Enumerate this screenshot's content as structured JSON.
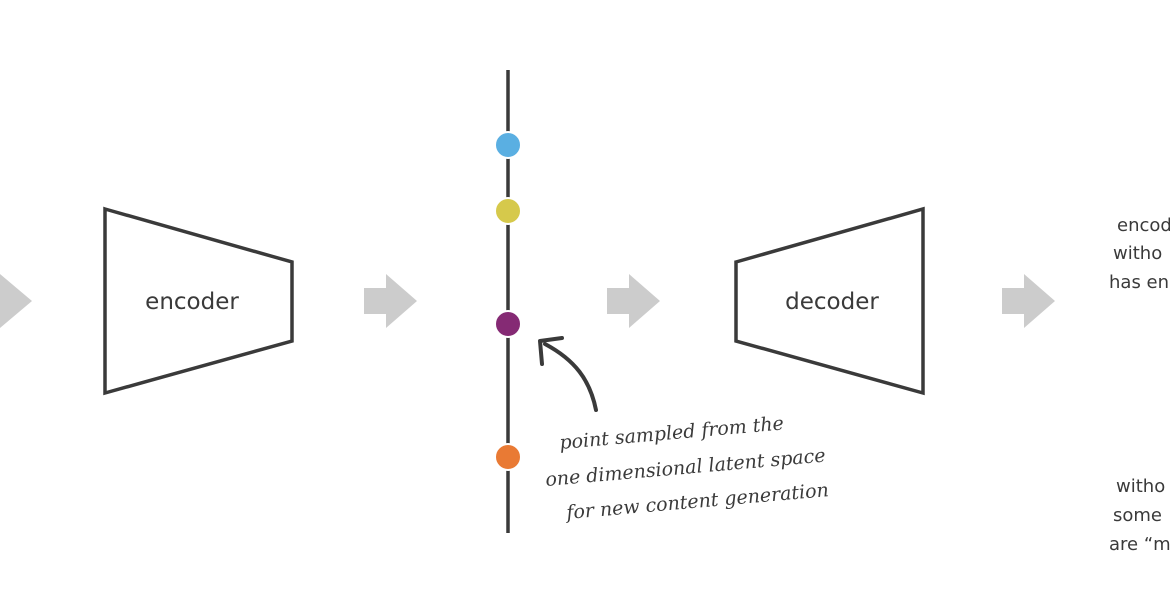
{
  "encoder": {
    "label": "encoder"
  },
  "decoder": {
    "label": "decoder"
  },
  "annotation": {
    "line1": "point sampled from the",
    "line2": "one dimensional latent space",
    "line3": "for new content generation"
  },
  "right_text_top": [
    "encod",
    "witho",
    "has en"
  ],
  "right_text_bottom": [
    "witho",
    "some",
    "are “m"
  ],
  "colors": {
    "stroke": "#3a3a3a",
    "arrow": "#cccccc",
    "point_blue": "#5aafe2",
    "point_yellow": "#d6c94b",
    "point_purple": "#852a74",
    "point_orange": "#e97a34"
  },
  "latent_points": [
    "blue",
    "yellow",
    "purple",
    "orange"
  ]
}
